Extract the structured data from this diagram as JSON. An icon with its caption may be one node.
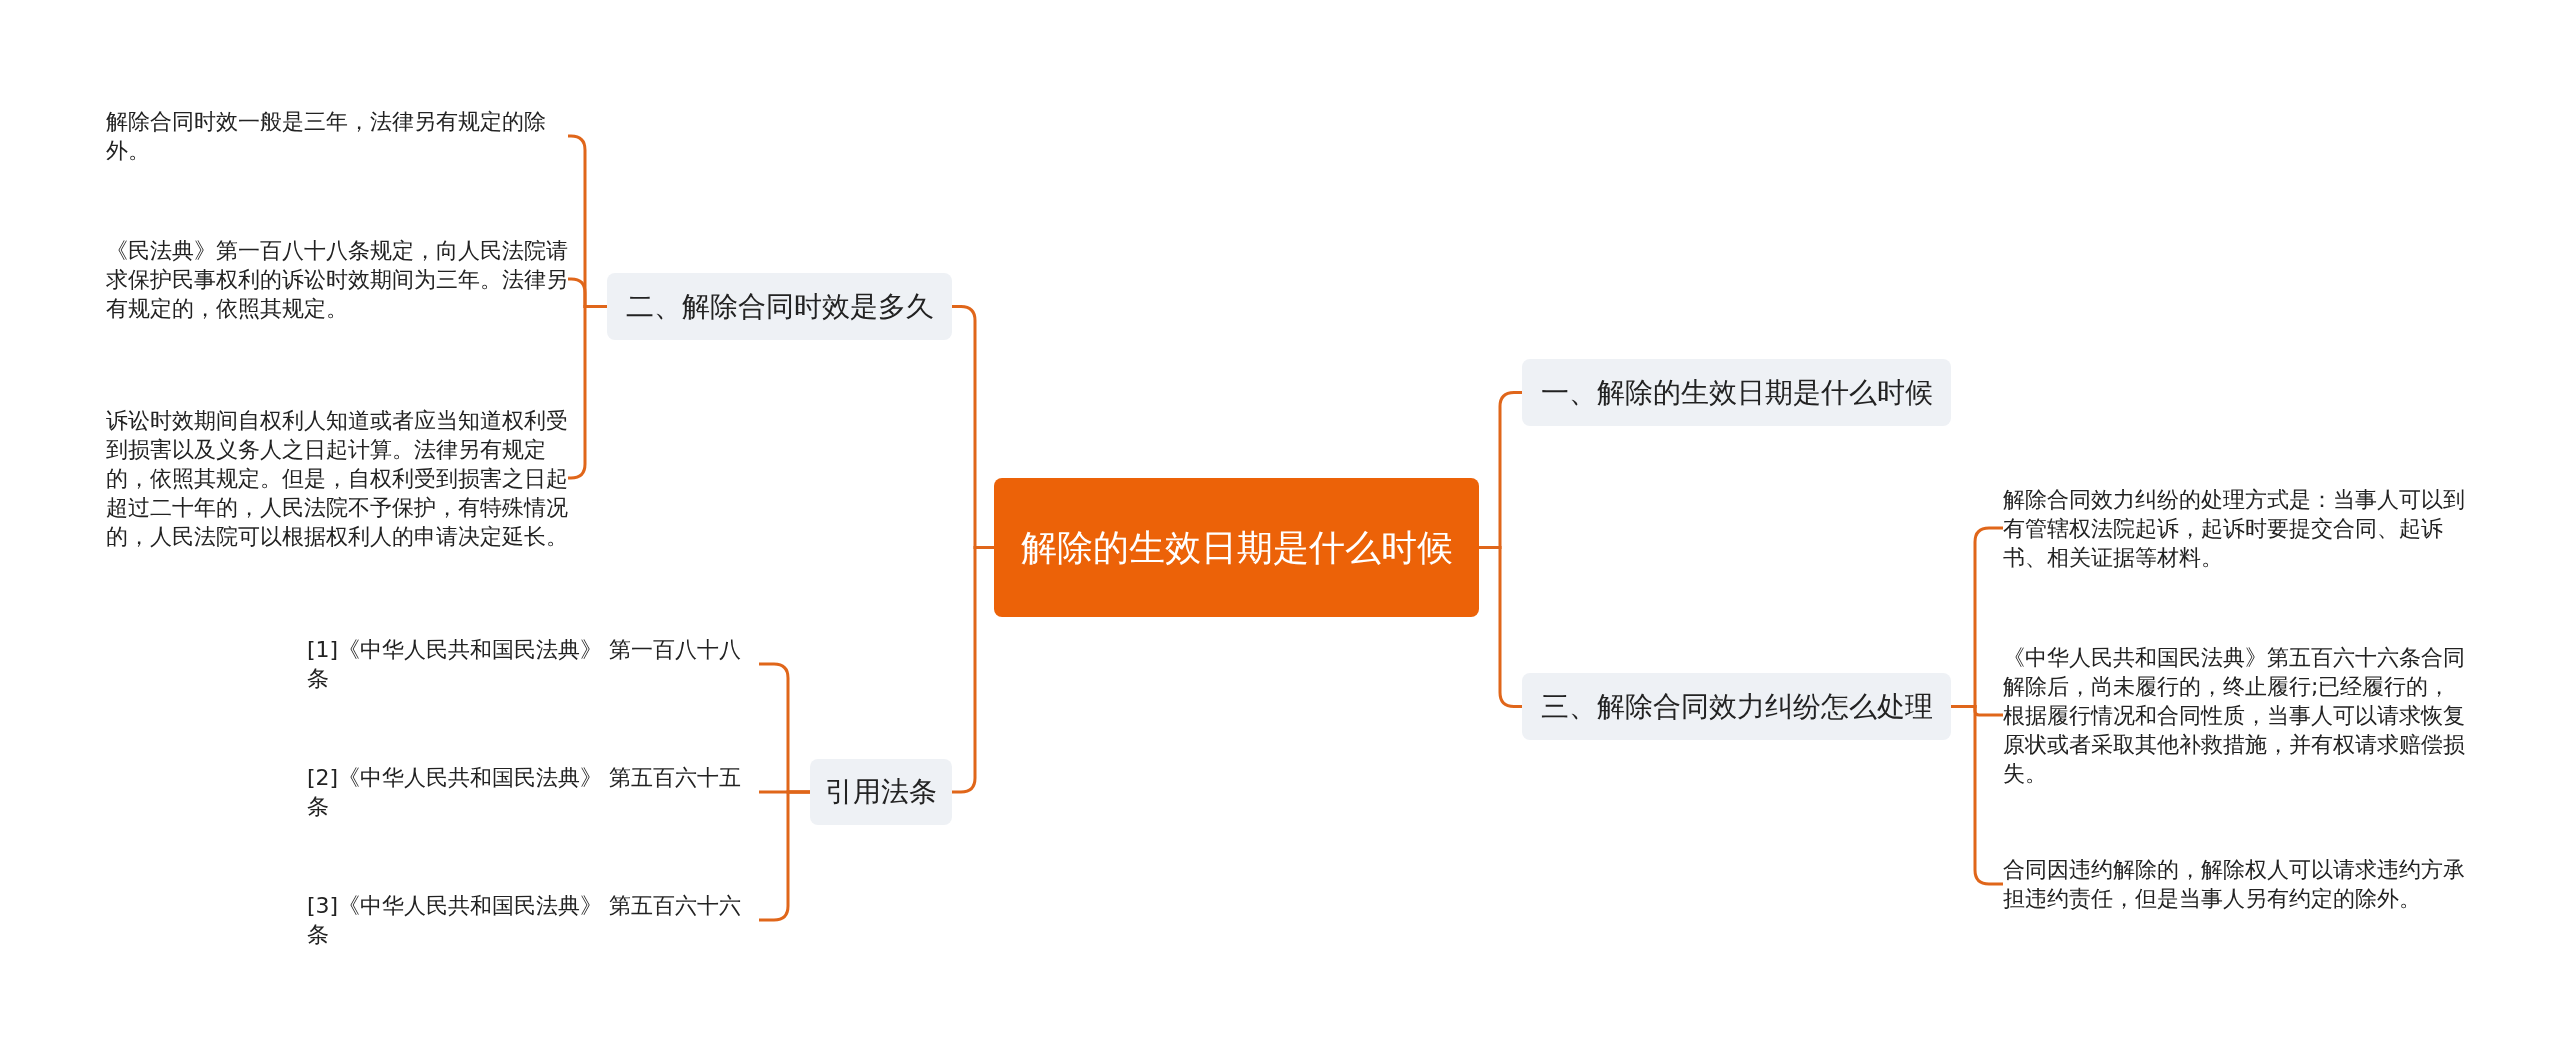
{
  "diagram": {
    "nodes": [
      {
        "text": [
          "解除的生效日期是什么时候"
        ]
      },
      {
        "text": [
          "二、解除合同时效是多久"
        ]
      },
      {
        "text": [
          "解除合同时效一般是三年，法律另有规定的除外。"
        ]
      },
      {
        "text": [
          "《民法典》第一百八十八条规定，向人民法院请求保护民事权利的诉讼时效期间为三年。法律另有规定的，依照其规定。"
        ]
      },
      {
        "text": [
          "诉讼时效期间自权利人知道或者应当知道权利受到损害以及义务人之日起计算。法律另有规定的，依照其规定。但是，自权利受到损害之日起超过二十年的，人民法院不予保护，有特殊情况的，人民法院可以根据权利人的申请决定延长。"
        ]
      },
      {
        "text": [
          "引用法条"
        ]
      },
      {
        "text": [
          "[1]《中华人民共和国民法典》 第一百八十八条"
        ]
      },
      {
        "text": [
          "[2]《中华人民共和国民法典》 第五百六十五条"
        ]
      },
      {
        "text": [
          "[3]《中华人民共和国民法典》 第五百六十六条"
        ]
      },
      {
        "text": [
          "一、解除的生效日期是什么时候"
        ]
      },
      {
        "text": [
          "三、解除合同效力纠纷怎么处理"
        ]
      },
      {
        "text": [
          "解除合同效力纠纷的处理方式是：当事人可以到有管辖权法院起诉，起诉时要提交合同、起诉书、相关证据等材料。"
        ]
      },
      {
        "text": [
          "《中华人民共和国民法典》第五百六十六条合同解除后，尚未履行的，终止履行;已经履行的，根据履行情况和合同性质，当事人可以请求恢复原状或者采取其他补救措施，并有权请求赔偿损失。"
        ]
      },
      {
        "text": [
          "合同因违约解除的，解除权人可以请求违约方承担违约责任，但是当事人另有约定的除外。"
        ]
      }
    ],
    "edges": [
      {
        "from": 0,
        "to": 1,
        "arrow": "none"
      },
      {
        "from": 1,
        "to": 2,
        "arrow": "none"
      },
      {
        "from": 1,
        "to": 3,
        "arrow": "none"
      },
      {
        "from": 1,
        "to": 4,
        "arrow": "none"
      },
      {
        "from": 0,
        "to": 5,
        "arrow": "none"
      },
      {
        "from": 5,
        "to": 6,
        "arrow": "none"
      },
      {
        "from": 5,
        "to": 7,
        "arrow": "none"
      },
      {
        "from": 5,
        "to": 8,
        "arrow": "none"
      },
      {
        "from": 0,
        "to": 9,
        "arrow": "none"
      },
      {
        "from": 0,
        "to": 10,
        "arrow": "none"
      },
      {
        "from": 10,
        "to": 11,
        "arrow": "none"
      },
      {
        "from": 10,
        "to": 12,
        "arrow": "none"
      },
      {
        "from": 10,
        "to": 13,
        "arrow": "none"
      }
    ]
  }
}
